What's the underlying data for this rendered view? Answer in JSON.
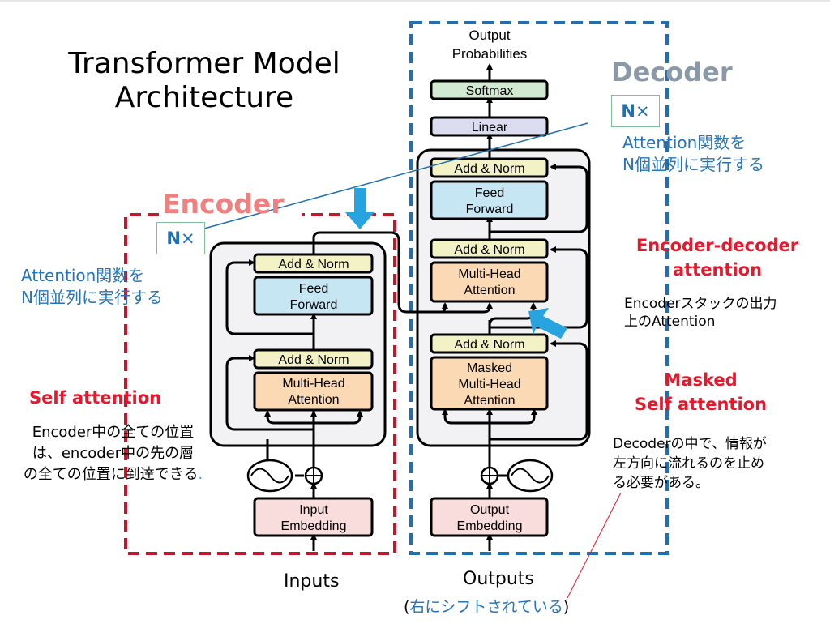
{
  "title": {
    "line1": "Transformer Model",
    "line2": "Architecture"
  },
  "encoder": {
    "label": "Encoder",
    "nx": "N",
    "nx_symbol": "×",
    "note_line1": "Attention関数を",
    "note_line2": "N個並列に実行する",
    "blocks": {
      "add_norm_top": "Add & Norm",
      "feed_forward_1": "Feed",
      "feed_forward_2": "Forward",
      "add_norm_bottom": "Add & Norm",
      "mha_1": "Multi-Head",
      "mha_2": "Attention",
      "embedding_1": "Input",
      "embedding_2": "Embedding"
    },
    "input_label": "Inputs",
    "self_attention": {
      "heading": "Self attention",
      "line1": "Encoder中の全ての位置",
      "line2": "は、encoder中の先の層",
      "line3": "の全ての位置に到達できる",
      "period": "."
    }
  },
  "decoder": {
    "label": "Decoder",
    "nx": "N",
    "nx_symbol": "×",
    "note_line1": "Attention関数を",
    "note_line2": "N個並列に実行する",
    "output_probs_1": "Output",
    "output_probs_2": "Probabilities",
    "blocks": {
      "softmax": "Softmax",
      "linear": "Linear",
      "add_norm_top": "Add & Norm",
      "feed_forward_1": "Feed",
      "feed_forward_2": "Forward",
      "add_norm_mid": "Add & Norm",
      "mha_1": "Multi-Head",
      "mha_2": "Attention",
      "add_norm_bottom": "Add & Norm",
      "masked_1": "Masked",
      "masked_2": "Multi-Head",
      "masked_3": "Attention",
      "embedding_1": "Output",
      "embedding_2": "Embedding"
    },
    "output_label": "Outputs",
    "shift_open": "(",
    "shift_text": "右にシフトされている",
    "shift_close": ")",
    "enc_dec_attention": {
      "heading_1": "Encoder-decoder",
      "heading_2": "attention",
      "line1": "Encoderスタックの出力",
      "line2": "上のAttention"
    },
    "masked_self_attention": {
      "heading_1": "Masked",
      "heading_2": "Self attention",
      "line1": "Decoderの中で、情報が",
      "line2": "左方向に流れるのを止め",
      "line3": "る必要がある。"
    }
  },
  "colors": {
    "encoder_border": "#c0182c",
    "decoder_border": "#1f6fb4",
    "add_norm": "#f2f2c6",
    "feed_forward": "#c6e6f4",
    "attention": "#fbd9b4",
    "embedding": "#f9dcdc",
    "softmax": "#d2ead2",
    "linear": "#dcdcf0",
    "highlight_arrow": "#27a3e0",
    "red_heading": "#e8182c",
    "blue_note": "#2474bd"
  }
}
